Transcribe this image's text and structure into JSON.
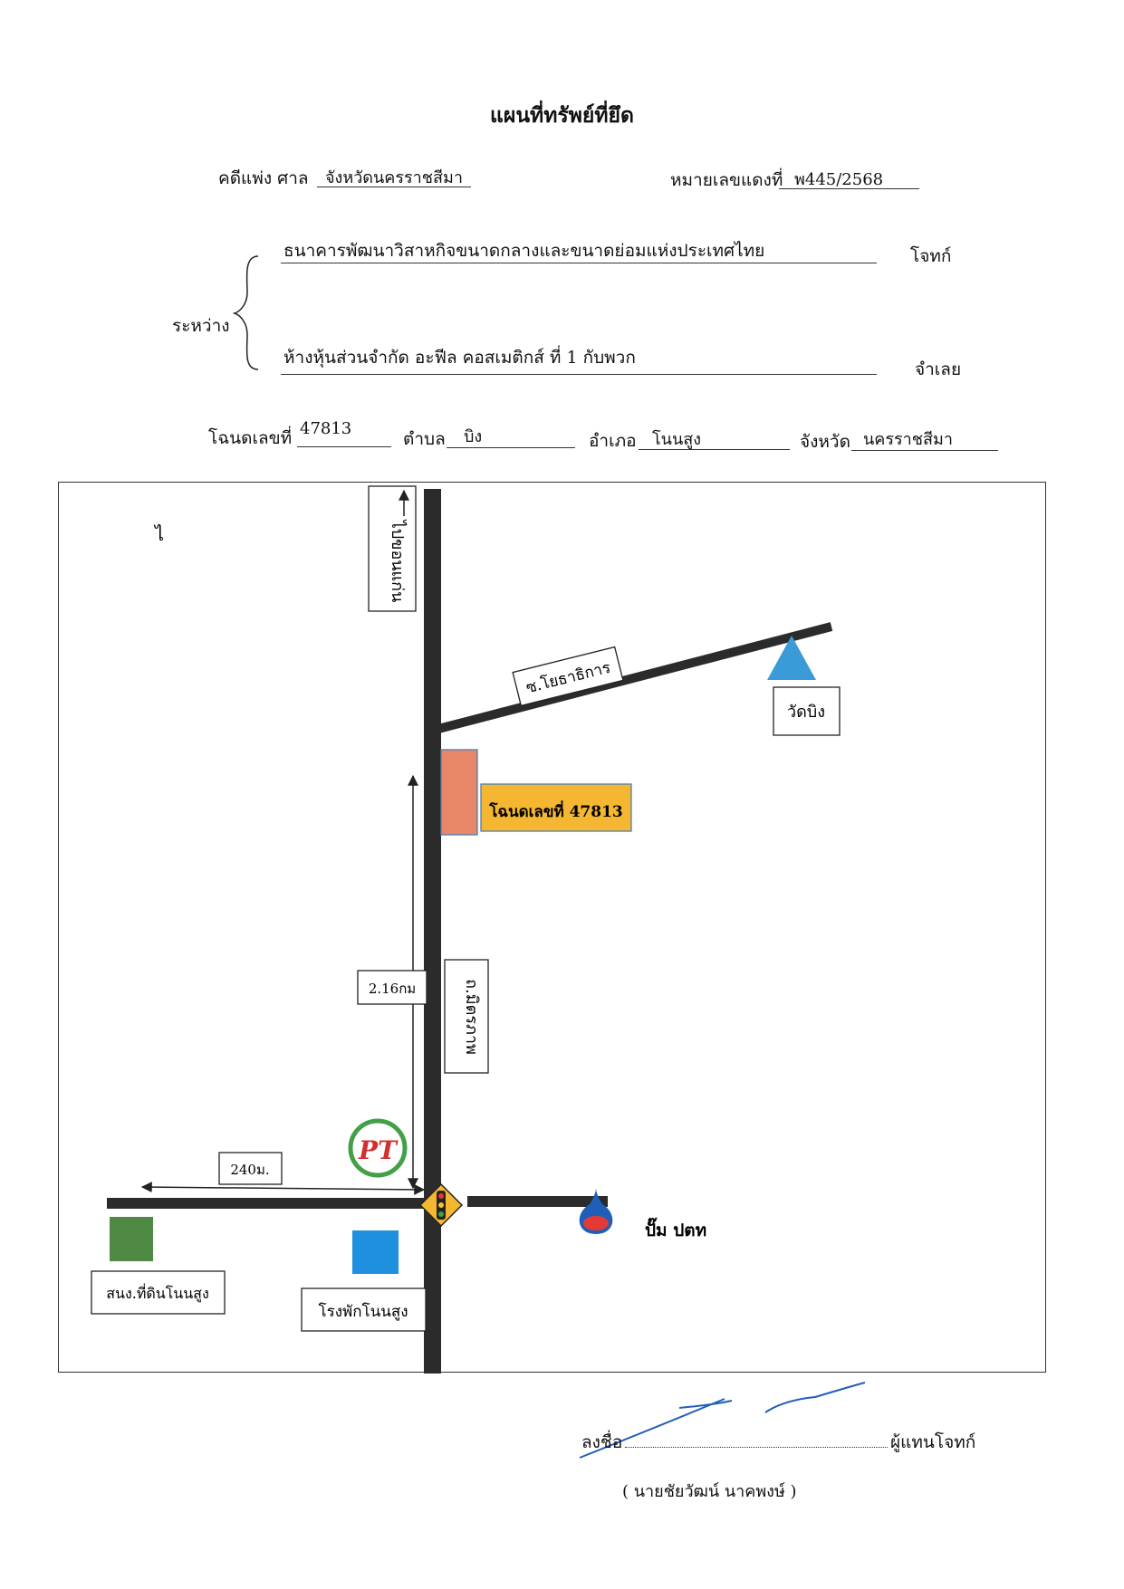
{
  "title": "แผนที่ทรัพย์ที่ยึด",
  "case": {
    "court_prefix": "คดีแพ่ง ศาล",
    "court_value": "จังหวัดนครราชสีมา",
    "red_no_label": "หมายเลขแดงที่",
    "red_no_value": "พ445/2568"
  },
  "parties": {
    "between_label": "ระหว่าง",
    "plaintiff_name": "ธนาคารพัฒนาวิสาหกิจขนาดกลางและขนาดย่อมแห่งประเทศไทย",
    "plaintiff_role": "โจทก์",
    "defendant_name": "ห้างหุ้นส่วนจำกัด อะฟีล คอสเมติกส์ ที่ 1 กับพวก",
    "defendant_role": "จำเลย"
  },
  "deed": {
    "deed_label": "โฉนดเลขที่",
    "deed_value": "47813",
    "tambon_label": "ตำบล",
    "tambon_value": "บิง",
    "amphoe_label": "อำเภอ",
    "amphoe_value": "โนนสูง",
    "province_label": "จังหวัด",
    "province_value": "นครราชสีมา"
  },
  "map": {
    "stray_mark": "ไ",
    "to_khonkaen": "ไปขอนแก่น",
    "soi_road": "ซ.โยธาธิการ",
    "temple": "วัดบิง",
    "deed_callout": "โฉนดเลขที่ 47813",
    "distance_vertical": "2.16กม",
    "main_road": "ถ.มิตรภาพ",
    "distance_horizontal": "240ม.",
    "ptt_pump": "ปั๊ม ปตท",
    "land_office": "สนง.ที่ดินโนนสูง",
    "hospital": "โรงพักโนนสูง",
    "pt_logo": "PT"
  },
  "colors": {
    "road": "#2b2b2b",
    "parcel": "#e8866a",
    "callout": "#f5b731",
    "temple": "#3b9bd9",
    "land_office": "#4e8a43",
    "hospital": "#1f8fe0",
    "signature": "#1f5fb8"
  },
  "signature": {
    "sign_label": "ลงชื่อ",
    "role": "ผู้แทนโจทก์",
    "name": "( นายชัยวัฒน์  นาคพงษ์ )"
  }
}
